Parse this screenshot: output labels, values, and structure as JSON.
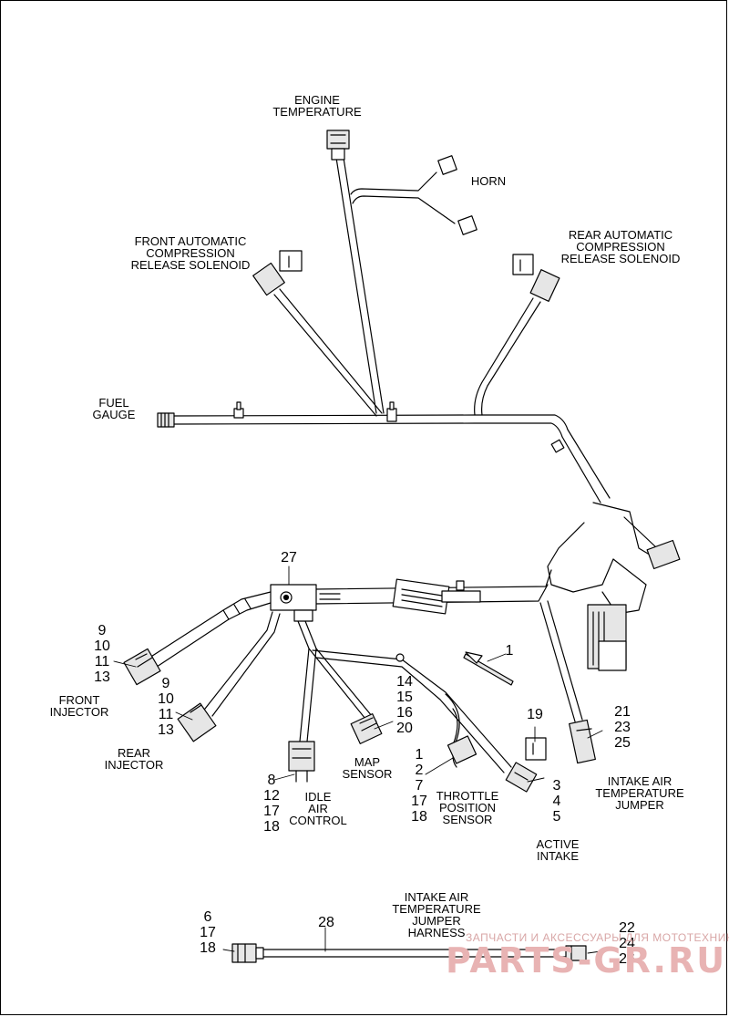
{
  "labels": {
    "engine_temperature": "ENGINE\nTEMPERATURE",
    "horn": "HORN",
    "front_acr": "FRONT AUTOMATIC\nCOMPRESSION\nRELEASE SOLENOID",
    "rear_acr": "REAR AUTOMATIC\nCOMPRESSION\nRELEASE SOLENOID",
    "fuel_gauge": "FUEL\nGAUGE",
    "front_injector": "FRONT\nINJECTOR",
    "rear_injector": "REAR\nINJECTOR",
    "idle_air_control": "IDLE\nAIR\nCONTROL",
    "map_sensor": "MAP\nSENSOR",
    "throttle_position_sensor": "THROTTLE\nPOSITION\nSENSOR",
    "active_intake": "ACTIVE\nINTAKE",
    "iat_jumper": "INTAKE AIR\nTEMPERATURE\nJUMPER",
    "iat_jumper_harness": "INTAKE AIR\nTEMPERATURE\nJUMPER\nHARNESS"
  },
  "callouts": {
    "c27": "27",
    "c1_tie": "1",
    "front_injector_nums": "9\n10\n11\n13",
    "rear_injector_nums": "9\n10\n11\n13",
    "map_nums": "14\n15\n16\n20",
    "tps_nums": "1\n2\n7\n17\n18",
    "idle_nums": "8\n12\n17\n18",
    "active_nums": "3\n4\n5",
    "c19": "19",
    "iat_nums": "21\n23\n25",
    "jumper_left_nums": "6\n17\n18",
    "c28": "28",
    "jumper_right_nums": "22\n24\n26"
  },
  "watermark": {
    "caption": "ЗАПЧАСТИ И АКСЕССУАРЫ ДЛЯ МОТОТЕХНИКИ",
    "brand": "PARTS-GR.RU"
  },
  "colors": {
    "line": "#000000",
    "connector_fill": "#e6e6e6",
    "watermark": "#e8b3b3"
  }
}
